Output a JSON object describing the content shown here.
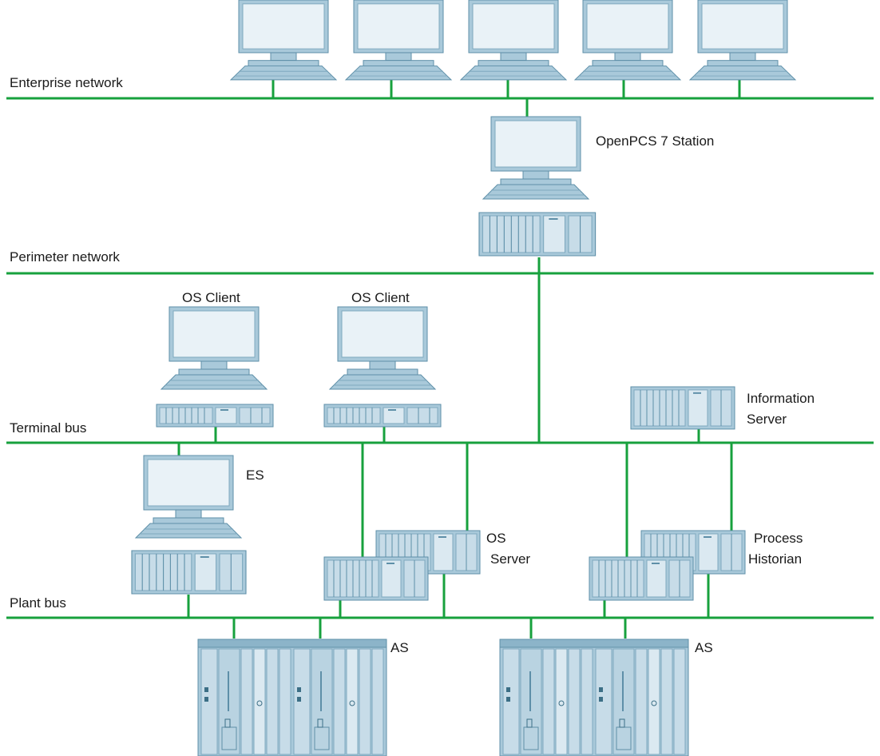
{
  "networks": {
    "enterprise": "Enterprise network",
    "perimeter": "Perimeter network",
    "terminal": "Terminal bus",
    "plant": "Plant bus"
  },
  "devices": {
    "openpcs": "OpenPCS 7 Station",
    "os_client_1": "OS Client",
    "os_client_2": "OS Client",
    "info_server_line1": "Information",
    "info_server_line2": "Server",
    "es": "ES",
    "os_server_line1": "OS",
    "os_server_line2": "Server",
    "historian_line1": "Process",
    "historian_line2": "Historian",
    "as_1": "AS",
    "as_2": "AS"
  },
  "colors": {
    "bus": "#17a13d",
    "device_fill": "#a9c9da",
    "device_stroke": "#5e8fa8",
    "screen": "#e9f2f7",
    "background": "#ffffff"
  }
}
